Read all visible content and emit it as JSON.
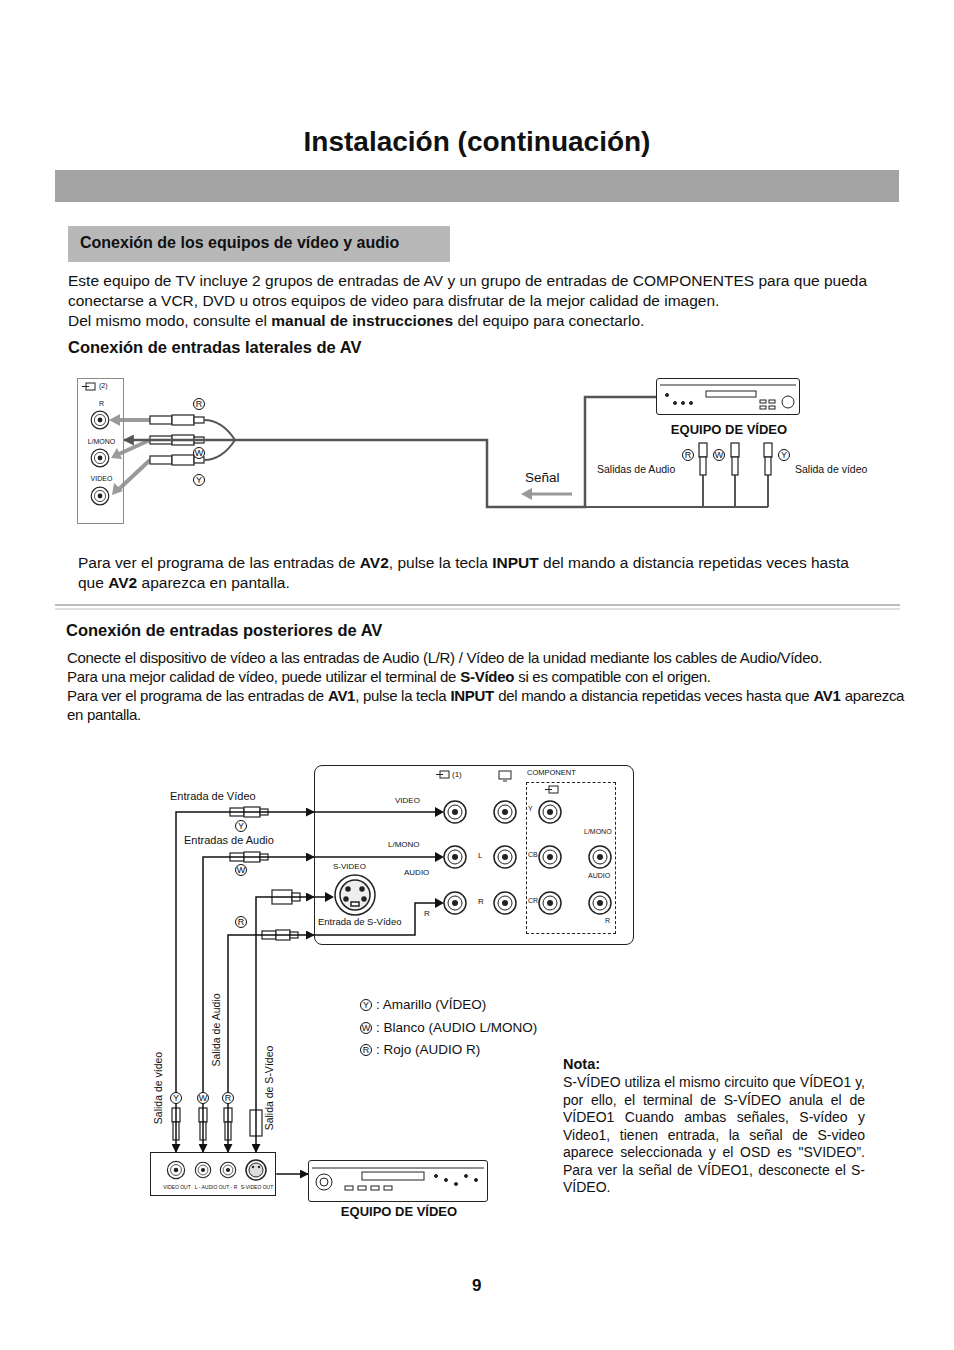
{
  "diagram": {
    "title": "Instalación (continuación)",
    "nodes": [
      {
        "text": [
          "Conexión de los equipos de vídeo y audio"
        ]
      },
      {
        "text": [
          "(2)",
          "R",
          "L/MONO",
          "VIDEO"
        ]
      },
      {
        "text": [
          "EQUIPO DE VÍDEO"
        ]
      },
      {
        "text": [
          "(1)",
          "VIDEO",
          "L/MONO",
          "AUDIO",
          "R",
          "S-VIDEO",
          "L",
          "R"
        ]
      },
      {
        "text": [
          "COMPONENT",
          "Y",
          "CB",
          "CR",
          "L/MONO",
          "AUDIO",
          "R"
        ],
        "in": 3
      },
      {
        "text": [
          "VIDEO OUT",
          "L - AUDIO OUT - R",
          "S-VIDEO OUT"
        ]
      },
      {
        "text": [
          "EQUIPO DE VÍDEO"
        ]
      }
    ],
    "edges": [
      {
        "from": 2,
        "to": 1,
        "arrow": "to",
        "label": "Señal"
      },
      {
        "from": 5,
        "to": 3,
        "arrow": "both"
      },
      {
        "from": 5,
        "to": 3,
        "arrow": "both"
      },
      {
        "from": 5,
        "to": 3,
        "arrow": "both"
      },
      {
        "from": 5,
        "to": 3,
        "arrow": "both"
      },
      {
        "from": 5,
        "to": 6,
        "arrow": "to"
      }
    ],
    "labels": [
      "Este equipo de TV incluye 2 grupos de entradas de AV y un grupo de entradas de COMPONENTES para que pueda conectarse a VCR, DVD u otros equipos de video para disfrutar de la mejor calidad de imagen.",
      "Del mismo modo, consulte el",
      "manual de instrucciones",
      "del equipo para conectarlo.",
      "Conexión de entradas laterales de AV",
      "R",
      "W",
      "Y",
      "R",
      "W",
      "Y",
      "Salidas de Audio",
      "Salida de vídeo",
      "Para ver el programa de las entradas de",
      "AV2",
      ", pulse la tecla",
      "INPUT",
      "del mando a distancia repetidas veces hasta que",
      "AV2",
      "aparezca en pantalla.",
      "Conexión de entradas posteriores de AV",
      "Conecte el dispositivo de vídeo a las entradas de Audio (L/R) / Vídeo de la unidad mediante los cables de Audio/Vídeo.",
      "Para una mejor calidad de vídeo, puede utilizar el terminal de",
      "S-Vídeo",
      "si es compatible con el origen.",
      "Para ver el programa de las entradas de",
      "AV1",
      ", pulse la tecla",
      "INPUT",
      "del mando a distancia repetidas veces hasta que",
      "AV1",
      "aparezca en pantalla.",
      "Entrada de Vídeo",
      "Y",
      "Entradas de Audio",
      "W",
      "R",
      "Entrada de S-Vídeo",
      "Salida de vídeo",
      "Salida de Audio",
      "Salida de S-Vídeo",
      "Y",
      "W",
      "R",
      "Y",
      "W",
      "R",
      "Nota:",
      "S-VÍDEO utiliza el mismo circuito que VÍDEO1 y, por ello, el terminal de S-VÍDEO anula el de VÍDEO1 Cuando ambas señales, S-vídeo y Video1, tienen entrada, la señal de S-video aparece seleccionada y el OSD es \"SVIDEO”. Para ver la señal de VÍDEO1, desconecte el S-VÍDEO.",
      "9"
    ],
    "legend": [
      {
        "text": ": Amarillo (VÍDEO)"
      },
      {
        "text": ": Blanco (AUDIO L/MONO)"
      },
      {
        "text": ": Rojo (AUDIO R)"
      }
    ]
  }
}
